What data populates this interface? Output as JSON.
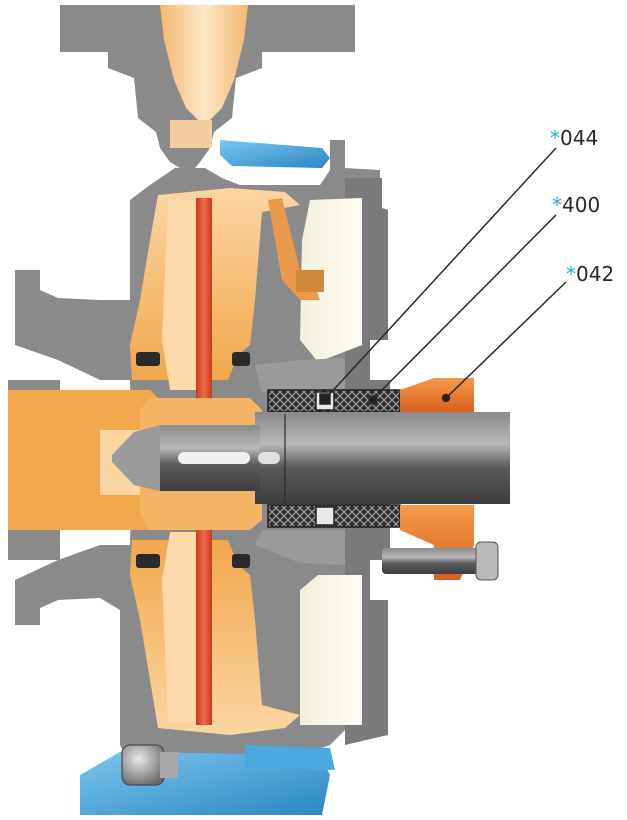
{
  "callouts": [
    {
      "id": "seal-ring",
      "asterisk": "*",
      "code": "044"
    },
    {
      "id": "packing",
      "asterisk": "*",
      "code": "400"
    },
    {
      "id": "gland",
      "asterisk": "*",
      "code": "042"
    }
  ],
  "colors": {
    "casing": "#8a8a8a",
    "casing_dark": "#5f5f5f",
    "impeller": "#f2a74c",
    "impeller_light": "#fcd9a8",
    "impeller_core": "#e04a2a",
    "blue_part": "#3a9fd8",
    "shaft": "#5a5a5a",
    "packing": "#3a3a3a",
    "gland": "#e87a28",
    "cream": "#fdf8e8",
    "accent": "#2aa8d8"
  },
  "icons": [
    "leader-line",
    "asterisk-mark"
  ]
}
